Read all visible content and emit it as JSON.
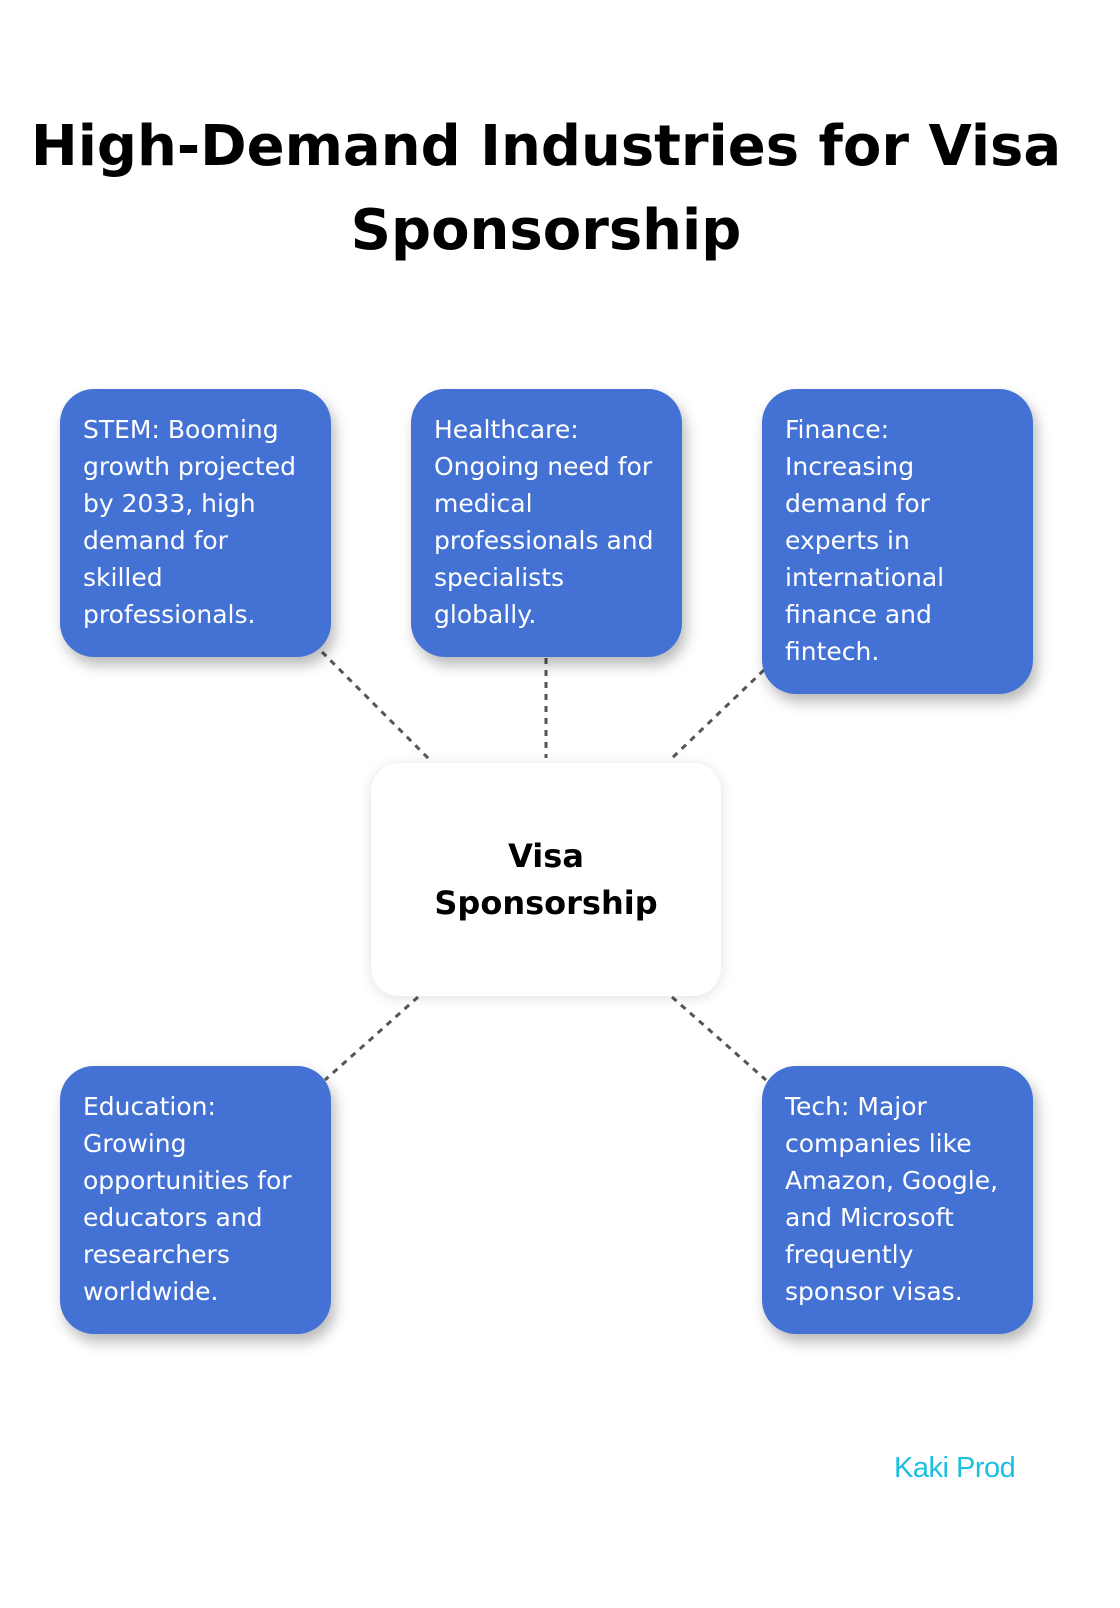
{
  "title": "High-Demand Industries for Visa Sponsorship",
  "center": {
    "label": "Visa Sponsorship"
  },
  "nodes": [
    {
      "id": "stem",
      "text": "STEM: Booming growth projected by 2033, high demand for skilled professionals."
    },
    {
      "id": "healthcare",
      "text": "Healthcare: Ongoing need for medical professionals and specialists globally."
    },
    {
      "id": "finance",
      "text": "Finance: Increasing demand for experts in international finance and fintech."
    },
    {
      "id": "education",
      "text": "Education: Growing opportunities for educators and researchers worldwide."
    },
    {
      "id": "tech",
      "text": "Tech: Major companies like Amazon, Google, and Microsoft frequently sponsor visas."
    }
  ],
  "brand": "Kaki Prod",
  "colors": {
    "node": "#4472D4",
    "brand": "#1DBFE0",
    "connector": "#555555"
  }
}
